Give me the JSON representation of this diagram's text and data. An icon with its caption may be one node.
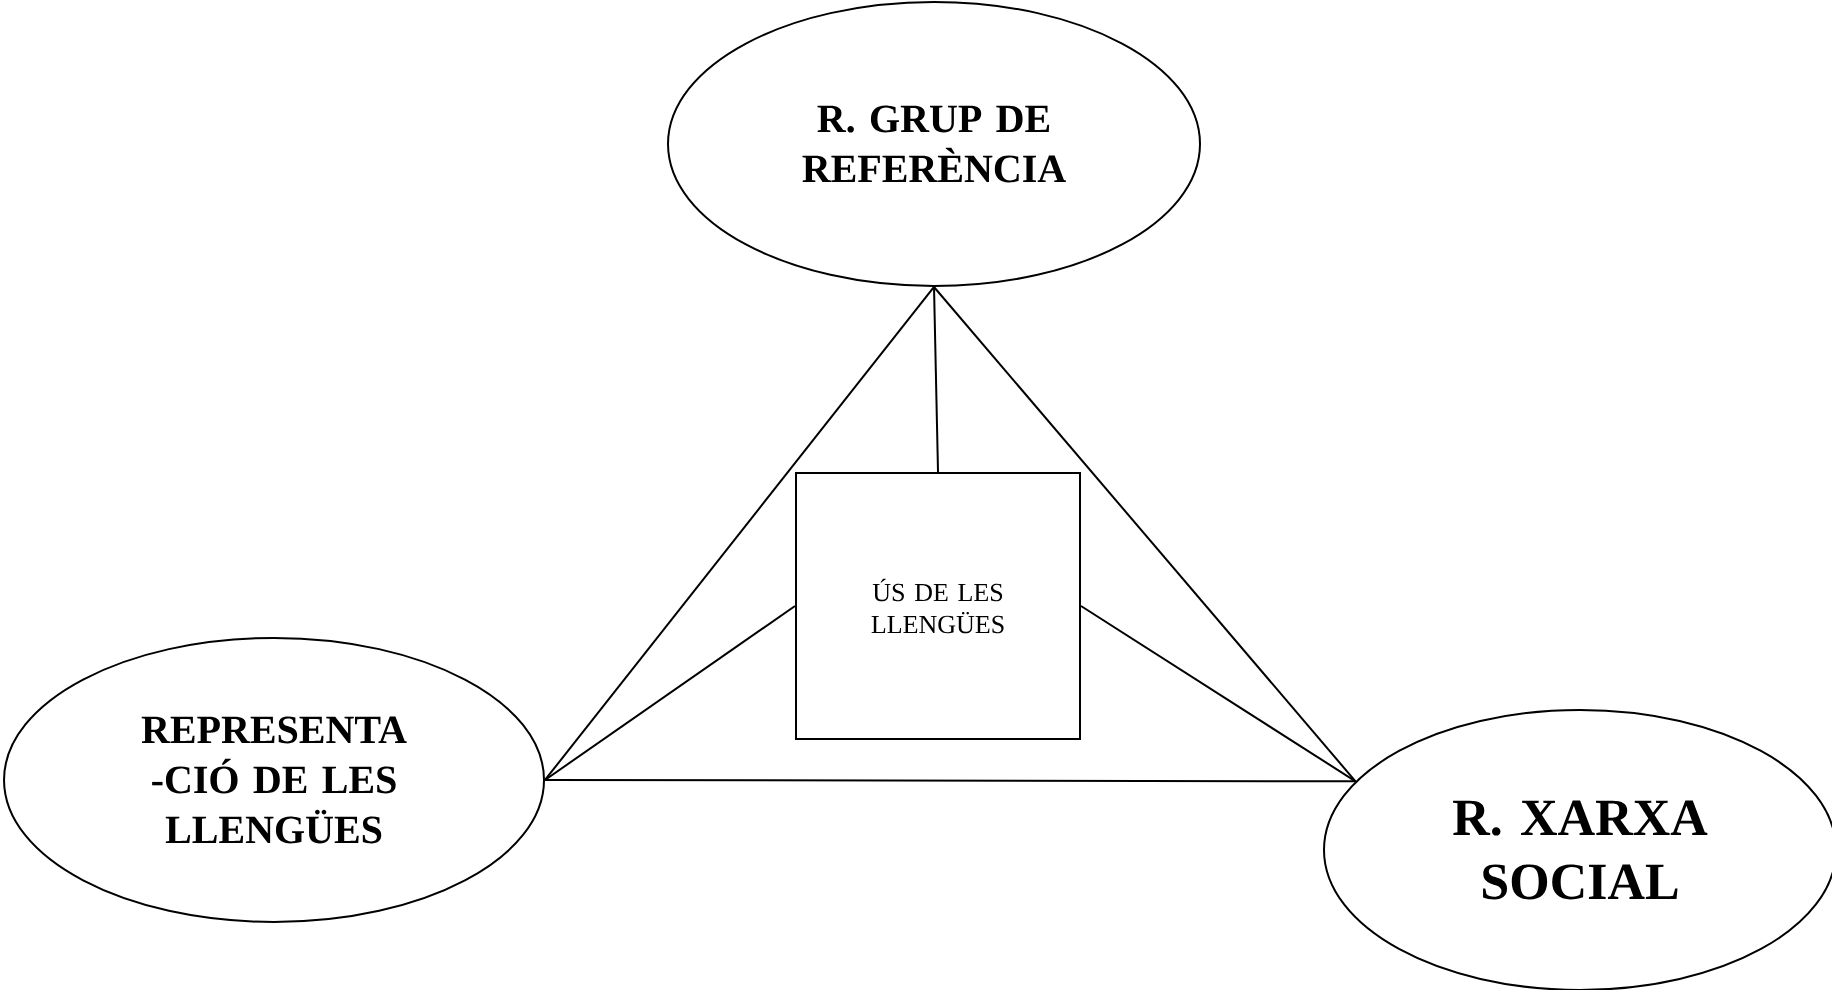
{
  "diagram": {
    "nodes": [
      {
        "text": [
          "R. GRUP DE REFERÈNCIA"
        ]
      },
      {
        "text": [
          "ÚS DE LES LLENGÜES"
        ]
      },
      {
        "text": [
          "REPRESENTA -CIÓ DE LES LLENGÜES"
        ]
      },
      {
        "text": [
          "R. XARXA SOCIAL"
        ]
      }
    ],
    "edges": [
      {
        "from": 0,
        "to": 2,
        "arrow": "none"
      },
      {
        "from": 0,
        "to": 3,
        "arrow": "none"
      },
      {
        "from": 2,
        "to": 3,
        "arrow": "none"
      },
      {
        "from": 0,
        "to": 1,
        "arrow": "none"
      },
      {
        "from": 1,
        "to": 2,
        "arrow": "none"
      },
      {
        "from": 1,
        "to": 3,
        "arrow": "none"
      }
    ]
  }
}
